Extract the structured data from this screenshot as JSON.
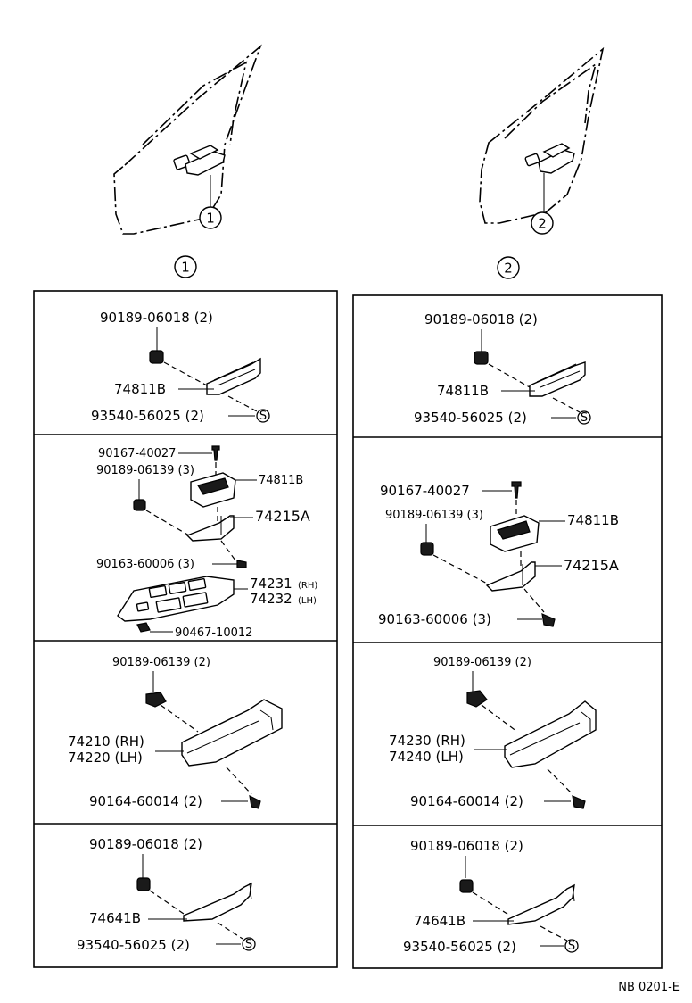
{
  "callouts": {
    "door1": "1",
    "door2": "2",
    "column1": "1",
    "column2": "2"
  },
  "left": {
    "sec1": {
      "screw": "90189-06018 (2)",
      "part": "74811B",
      "nut": "93540-56025 (2)"
    },
    "sec2": {
      "screw_small": "90167-40027",
      "grommet": "90189-06139 (3)",
      "bezel": "74811B",
      "bracket": "74215A",
      "screw_bracket": "90163-60006 (3)",
      "panel_rh": "74231",
      "panel_rh_suffix": "(RH)",
      "panel_lh": "74232",
      "panel_lh_suffix": "(LH)",
      "clip": "90467-10012"
    },
    "sec3": {
      "grommet": "90189-06139 (2)",
      "rh": "74210 (RH)",
      "lh": "74220 (LH)",
      "screw": "90164-60014 (2)"
    },
    "sec4": {
      "screw": "90189-06018 (2)",
      "part": "74641B",
      "nut": "93540-56025 (2)"
    }
  },
  "right": {
    "sec1": {
      "screw": "90189-06018 (2)",
      "part": "74811B",
      "nut": "93540-56025 (2)"
    },
    "sec2": {
      "screw_small": "90167-40027",
      "grommet": "90189-06139 (3)",
      "bezel": "74811B",
      "bracket": "74215A",
      "screw_bracket": "90163-60006 (3)"
    },
    "sec3": {
      "grommet": "90189-06139 (2)",
      "rh": "74230 (RH)",
      "lh": "74240 (LH)",
      "screw": "90164-60014 (2)"
    },
    "sec4": {
      "screw": "90189-06018 (2)",
      "part": "74641B",
      "nut": "93540-56025 (2)"
    }
  },
  "footer_code": "NB  0201-E"
}
